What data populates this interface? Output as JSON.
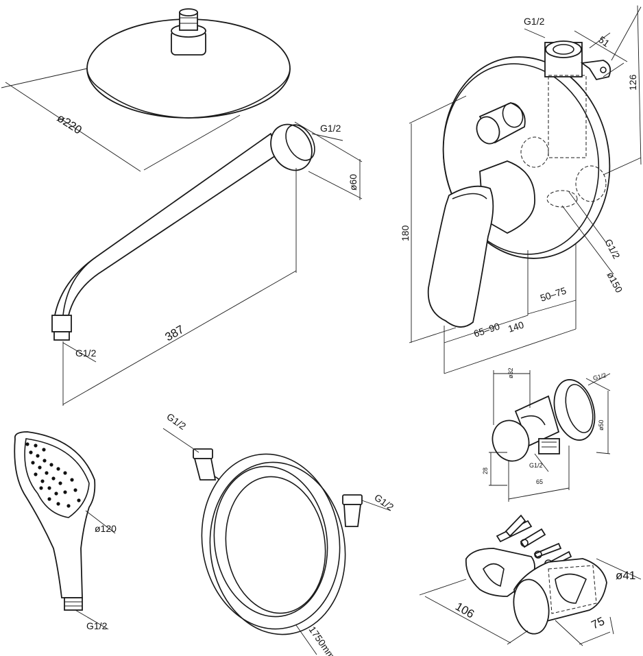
{
  "drawing": {
    "rain_shower": {
      "diameter": "ø220"
    },
    "shower_arm": {
      "thread_top": "G1/2",
      "flange": "ø60",
      "length": "387",
      "thread_bottom": "G1/2"
    },
    "mixer": {
      "thread_top": "G1/2",
      "depth": "51",
      "box_height": "126",
      "height": "180",
      "thread_side": "G1/2",
      "plate_diameter": "ø150",
      "range_a": "50–75",
      "range_b": "65–90",
      "width": "140"
    },
    "wall_outlet": {
      "dia_small": "ø32",
      "thread": "G1/2",
      "dia_large": "ø50",
      "height": "28",
      "thread_bottom": "G1/2",
      "length": "65"
    },
    "hand_shower": {
      "diameter": "ø120",
      "thread": "G1/2"
    },
    "hose": {
      "thread_left": "G1/2",
      "thread_right": "G1/2",
      "length": "1750mm"
    },
    "holder": {
      "diameter": "ø41",
      "length": "106",
      "depth": "75"
    }
  }
}
